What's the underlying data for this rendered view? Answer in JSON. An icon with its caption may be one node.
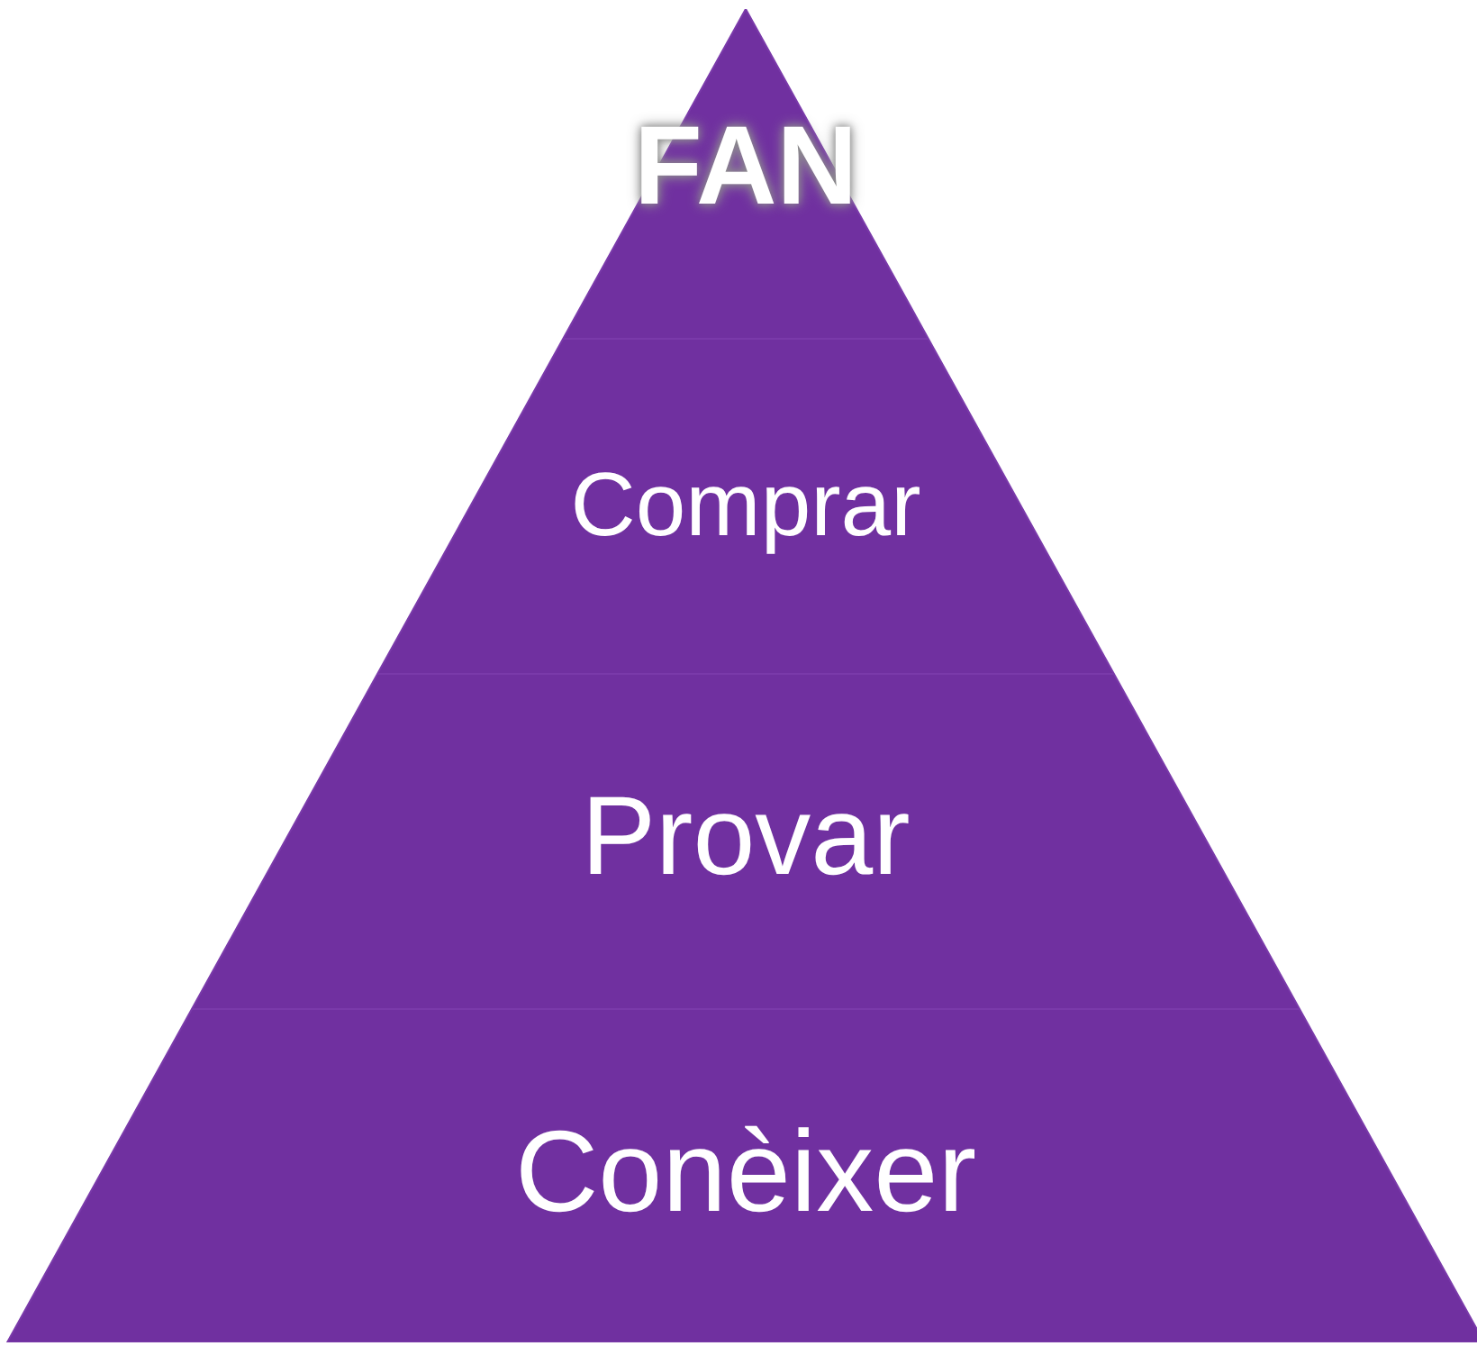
{
  "diagram": {
    "nodes": [
      {
        "text": [
          "FAN"
        ]
      },
      {
        "text": [
          "Comprar"
        ]
      },
      {
        "text": [
          "Provar"
        ]
      },
      {
        "text": [
          "Conèixer"
        ]
      }
    ]
  }
}
